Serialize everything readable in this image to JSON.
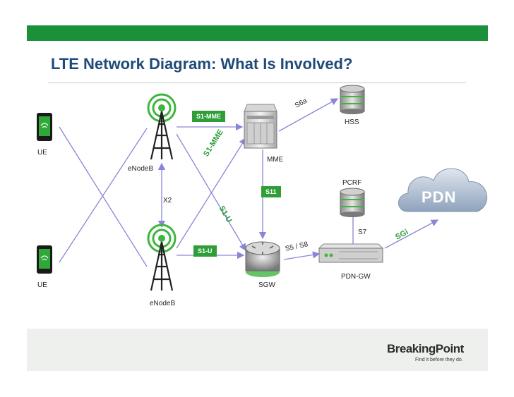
{
  "title": "LTE Network Diagram: What Is Involved?",
  "nodes": {
    "ue_top": "UE",
    "ue_bottom": "UE",
    "enodeb_top": "eNodeB",
    "enodeb_bottom": "eNodeB",
    "mme": "MME",
    "sgw": "SGW",
    "hss": "HSS",
    "pcrf": "PCRF",
    "pdn_gw": "PDN-GW",
    "pdn": "PDN"
  },
  "interfaces": {
    "x2": "X2",
    "s1_mme_top": "S1-MME",
    "s1_mme_diag": "S1-MME",
    "s11": "S11",
    "s1_u_diag": "S1-U",
    "s1_u_bottom": "S1-U",
    "s6a": "S6a",
    "s5_s8": "S5 / S8",
    "s7": "S7",
    "sgi": "SGi"
  },
  "brand": {
    "name": "BreakingPoint",
    "tagline": "Find it before they do.",
    "accent": "#1b8f3a",
    "title_color": "#1f4a7a"
  }
}
